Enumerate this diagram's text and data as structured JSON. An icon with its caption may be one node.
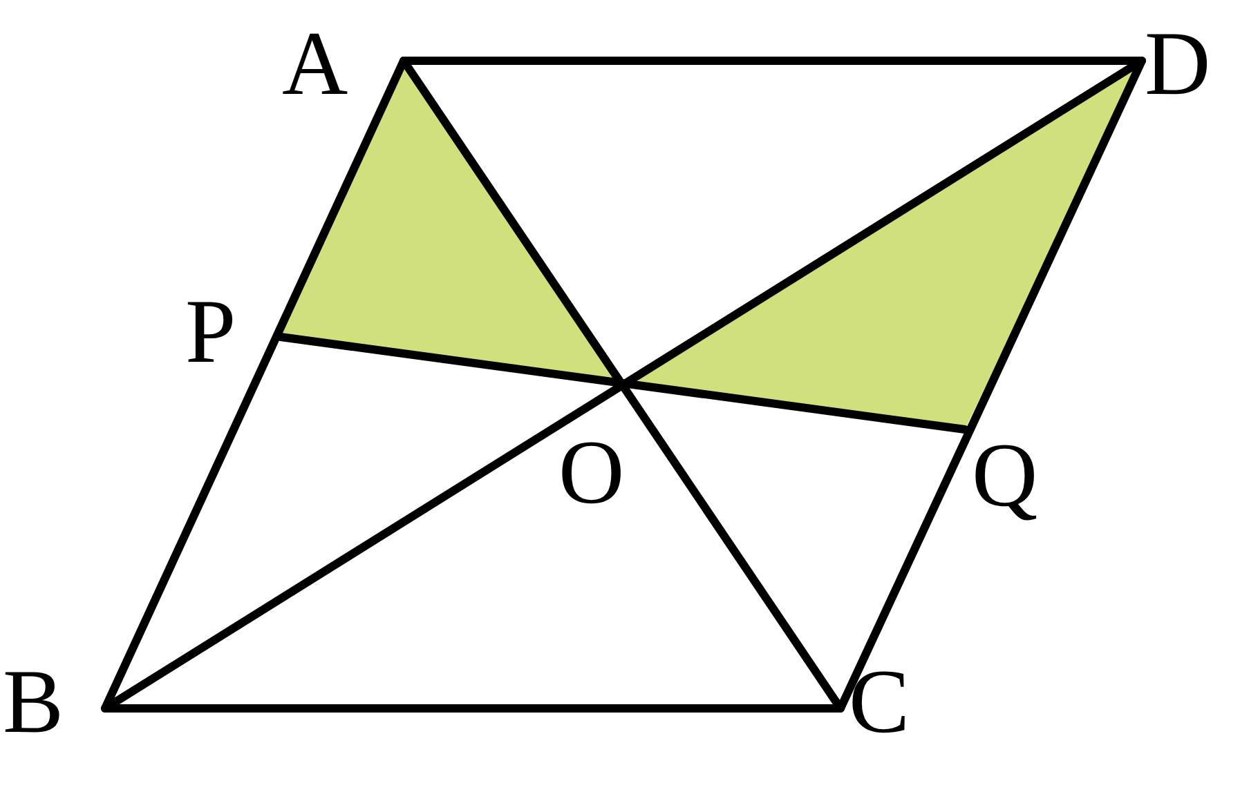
{
  "diagram": {
    "labels": [
      "A",
      "D",
      "P",
      "O",
      "Q",
      "B",
      "C"
    ]
  }
}
